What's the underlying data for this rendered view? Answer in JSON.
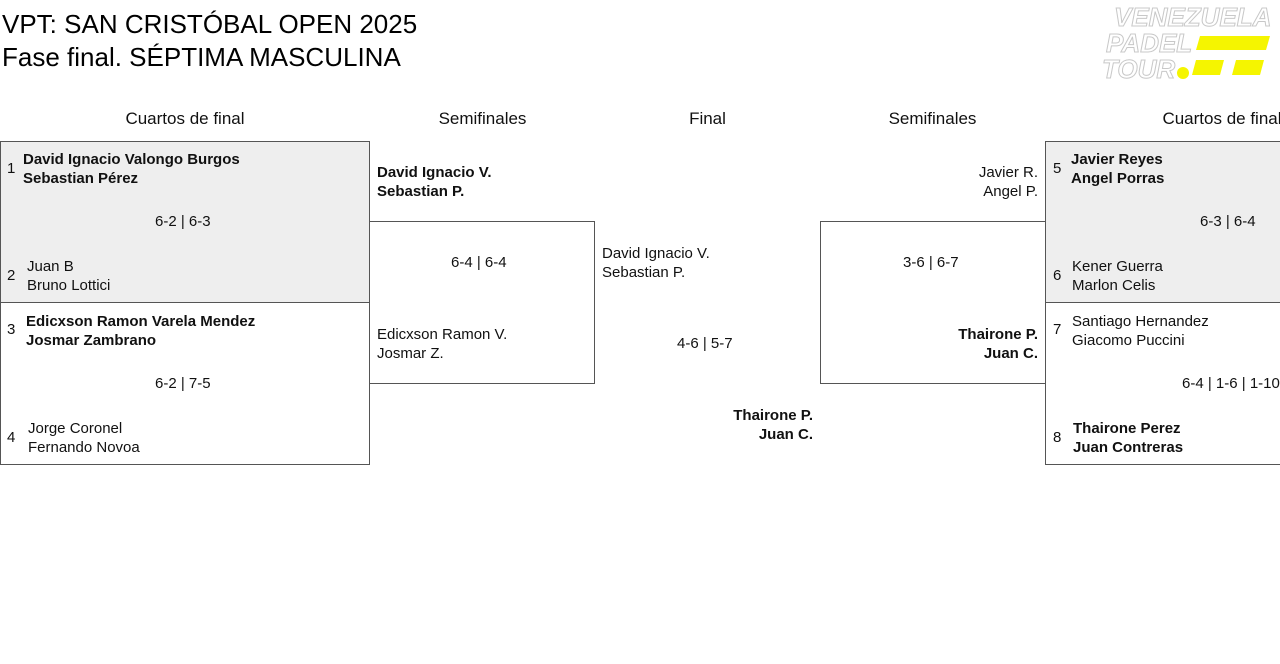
{
  "header": {
    "title_line1": "VPT: SAN CRISTÓBAL OPEN 2025",
    "title_line2": "Fase final. SÉPTIMA MASCULINA"
  },
  "logo": {
    "text_line1": "VENEZUELA",
    "text_line2": "PADEL",
    "text_line3": "TOUR",
    "accent_color": "#f5f500"
  },
  "rounds": {
    "left_qf": "Cuartos de final",
    "left_sf": "Semifinales",
    "final": "Final",
    "right_sf": "Semifinales",
    "right_qf": "Cuartos de final"
  },
  "left_qf": [
    {
      "top": {
        "seed": "1",
        "p1": "David Ignacio Valongo Burgos",
        "p2": "Sebastian Pérez"
      },
      "score": "6-2 | 6-3",
      "bottom": {
        "seed": "2",
        "p1": "Juan B",
        "p2": "Bruno Lottici"
      }
    },
    {
      "top": {
        "seed": "3",
        "p1": "Edicxson Ramon Varela Mendez",
        "p2": "Josmar Zambrano"
      },
      "score": "6-2 | 7-5",
      "bottom": {
        "seed": "4",
        "p1": "Jorge Coronel",
        "p2": "Fernando Novoa"
      }
    }
  ],
  "left_sf": {
    "top": {
      "p1": "David Ignacio V.",
      "p2": "Sebastian P."
    },
    "score": "6-4 | 6-4",
    "bottom": {
      "p1": "Edicxson Ramon V.",
      "p2": "Josmar Z."
    }
  },
  "final": {
    "left": {
      "p1": "David Ignacio V.",
      "p2": "Sebastian P."
    },
    "score": "4-6 | 5-7",
    "right": {
      "p1": "Thairone P.",
      "p2": "Juan C."
    }
  },
  "right_sf": {
    "top": {
      "p1": "Javier R.",
      "p2": "Angel P."
    },
    "score": "3-6 | 6-7",
    "bottom": {
      "p1": "Thairone P.",
      "p2": "Juan C."
    }
  },
  "right_qf": [
    {
      "top": {
        "seed": "5",
        "p1": "Javier Reyes",
        "p2": "Angel Porras"
      },
      "score": "6-3 | 6-4",
      "bottom": {
        "seed": "6",
        "p1": "Kener Guerra",
        "p2": "Marlon Celis"
      }
    },
    {
      "top": {
        "seed": "7",
        "p1": "Santiago Hernandez",
        "p2": "Giacomo Puccini"
      },
      "score": "6-4 | 1-6 | 1-10",
      "bottom": {
        "seed": "8",
        "p1": "Thairone Perez",
        "p2": "Juan Contreras"
      }
    }
  ]
}
